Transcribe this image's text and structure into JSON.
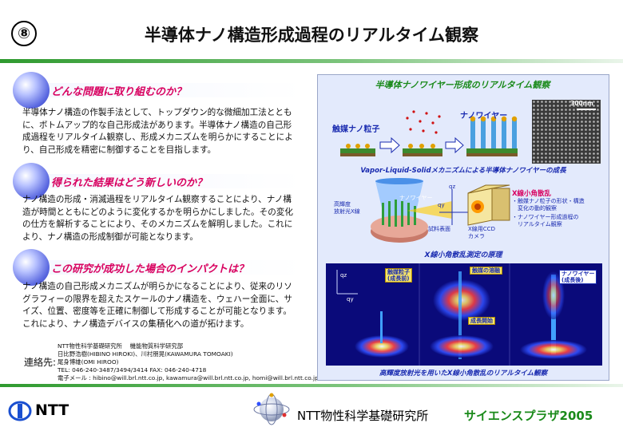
{
  "header": {
    "badge": "⑧",
    "title": "半導体ナノ構造形成過程のリアルタイム観察"
  },
  "sections": [
    {
      "heading": "どんな問題に取り組むのか？",
      "body": "半導体ナノ構造の作製手法として、トップダウン的な微細加工法とともに、ボトムアップ的な自己形成法があります。半導体ナノ構造の自己形成過程をリアルタイム観察し、形成メカニズムを明らかにすることにより、自己形成を精密に制御することを目指します。"
    },
    {
      "heading": "得られた結果はどう新しいのか？",
      "body": "ナノ構造の形成・消滅過程をリアルタイム観察することにより、ナノ構造が時間とともにどのように変化するかを明らかにしました。その変化の仕方を解析することにより、そのメカニズムを解明しました。これにより、ナノ構造の形成制御が可能となります。"
    },
    {
      "heading": "この研究が成功した場合のインパクトは？",
      "body": "ナノ構造の自己形成メカニズムが明らかになることにより、従来のリソグラフィーの限界を超えたスケールのナノ構造を、ウェハー全面に、サイズ、位置、密度等を正確に制御して形成することが可能となります。これにより、ナノ構造デバイスの集積化への道が拓けます。"
    }
  ],
  "contact": {
    "label": "連絡先:",
    "lines": [
      "NTT物性科学基礎研究所　 機能物質科学研究部",
      "日比野浩樹(HIBINO HIROKI)、川村朋晃(KAWAMURA TOMOAKI)",
      "尾身博雄(OMI HIROO)",
      "TEL: 046-240-3487/3494/3414  FAX: 046-240-4718",
      "電子メール : hibino@will.brl.ntt.co.jp, kawamura@will.brl.ntt.co.jp, homi@will.brl.ntt.co.jp"
    ]
  },
  "figure": {
    "title": "半導体ナノワイヤー形成のリアルタイム観察",
    "catalyst_label": "触媒ナノ粒子",
    "nanowire_label": "ナノワイヤー",
    "scale_bar": "300nm",
    "vls_caption": "Vapor-Liquid-Solidメカニズムによる半導体ナノワイヤーの成長",
    "xray_label": "高輝度\n放射光X線",
    "nanowire_label_small": "ナノワイヤー",
    "qz": "qz",
    "qy": "qy",
    "sample_label": "試料表面",
    "camera_label": "X線用CCD\nカメラ",
    "saxs_title": "X線小角散乱",
    "saxs_points": [
      "・触媒ナノ粒子の形状・構造\n　変化の動的観察",
      "・ナノワイヤー形成過程の\n　リアルタイム観察"
    ],
    "setup_caption": "X線小角散乱測定の原理",
    "panels": [
      {
        "label": "触媒粒子\n(成長前)"
      },
      {
        "label": "触媒の溶融"
      },
      {
        "label": "ナノワイヤー\n(成長後)"
      }
    ],
    "mid_tag": "成長開始",
    "axis_qz": "qz",
    "axis_qy": "qy",
    "bottom_caption": "高輝度放射光を用いたX線小角散乱のリアルタイム観察"
  },
  "footer": {
    "logo": "NTT",
    "lab": "NTT物性科学基礎研究所",
    "event": "サイエンスプラザ2005"
  },
  "colors": {
    "accent_green": "#2f9a2f",
    "heading_magenta": "#d8005f",
    "figure_blue": "#1a2bb0"
  }
}
